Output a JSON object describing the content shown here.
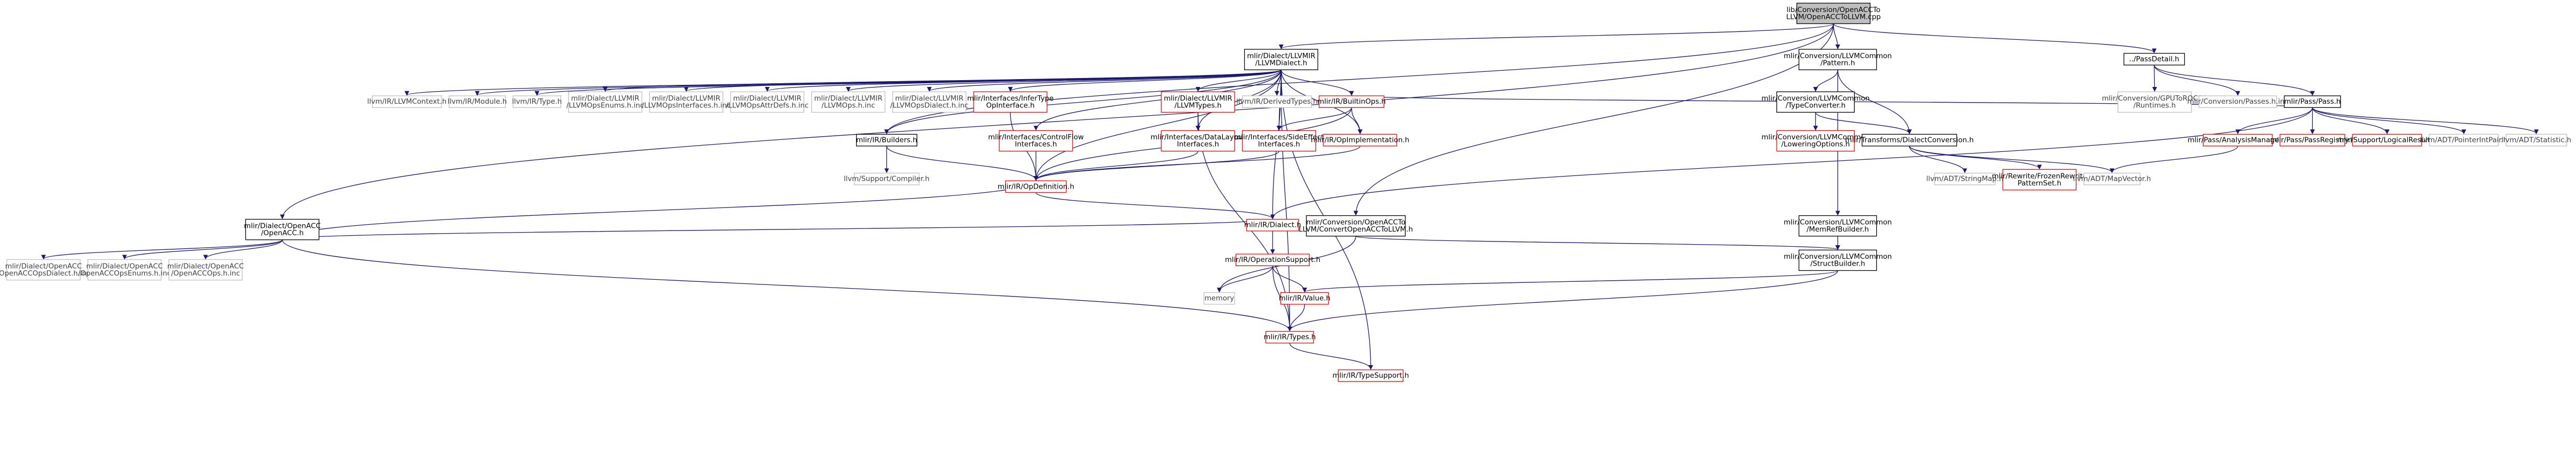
{
  "colors": {
    "edge": "#191970",
    "node_border_black": "#000000",
    "node_border_red": "#ff0000",
    "node_border_grey": "#bfbfbf",
    "root_fill": "#bfbfbf",
    "text_dark": "#000000",
    "text_grey": "#404040"
  },
  "nodes": [
    {
      "id": "root",
      "lines": [
        "lib/Conversion/OpenACCTo",
        "LLVM/OpenACCToLLVM.cpp"
      ],
      "style": "root"
    },
    {
      "id": "llvmdialect",
      "lines": [
        "mlir/Dialect/LLVMIR",
        "/LLVMDialect.h"
      ],
      "style": "black"
    },
    {
      "id": "llvmcommon_pattern",
      "lines": [
        "mlir/Conversion/LLVMCommon",
        "/Pattern.h"
      ],
      "style": "black"
    },
    {
      "id": "passdetail",
      "lines": [
        "../PassDetail.h"
      ],
      "style": "black"
    },
    {
      "id": "openacc",
      "lines": [
        "mlir/Dialect/OpenACC",
        "/OpenACC.h"
      ],
      "style": "black"
    },
    {
      "id": "llvmcontext",
      "lines": [
        "llvm/IR/LLVMContext.h"
      ],
      "style": "grey"
    },
    {
      "id": "llvmmodule",
      "lines": [
        "llvm/IR/Module.h"
      ],
      "style": "grey"
    },
    {
      "id": "llvmtype",
      "lines": [
        "llvm/IR/Type.h"
      ],
      "style": "grey"
    },
    {
      "id": "llvmopsenums",
      "lines": [
        "mlir/Dialect/LLVMIR",
        "/LLVMOpsEnums.h.inc"
      ],
      "style": "grey"
    },
    {
      "id": "llvmopsinterfaces",
      "lines": [
        "mlir/Dialect/LLVMIR",
        "/LLVMOpsInterfaces.h.inc"
      ],
      "style": "grey"
    },
    {
      "id": "llvmopsattrdefs",
      "lines": [
        "mlir/Dialect/LLVMIR",
        "/LLVMOpsAttrDefs.h.inc"
      ],
      "style": "grey"
    },
    {
      "id": "llvmops",
      "lines": [
        "mlir/Dialect/LLVMIR",
        "/LLVMOps.h.inc"
      ],
      "style": "grey"
    },
    {
      "id": "llvmopsdialect",
      "lines": [
        "mlir/Dialect/LLVMIR",
        "/LLVMOpsDialect.h.inc"
      ],
      "style": "grey"
    },
    {
      "id": "infertype",
      "lines": [
        "mlir/Interfaces/InferType",
        "OpInterface.h"
      ],
      "style": "red"
    },
    {
      "id": "llvmtypes",
      "lines": [
        "mlir/Dialect/LLVMIR",
        "/LLVMTypes.h"
      ],
      "style": "red"
    },
    {
      "id": "derivedtypes",
      "lines": [
        "llvm/IR/DerivedTypes.h"
      ],
      "style": "grey"
    },
    {
      "id": "builtinops",
      "lines": [
        "mlir/IR/BuiltinOps.h"
      ],
      "style": "red"
    },
    {
      "id": "typeconverter",
      "lines": [
        "mlir/Conversion/LLVMCommon",
        "/TypeConverter.h"
      ],
      "style": "black"
    },
    {
      "id": "gputorocdl",
      "lines": [
        "mlir/Conversion/GPUToROCDL",
        "/Runtimes.h"
      ],
      "style": "grey"
    },
    {
      "id": "passesinc",
      "lines": [
        "mlir/Conversion/Passes.h.inc"
      ],
      "style": "grey"
    },
    {
      "id": "pass",
      "lines": [
        "mlir/Pass/Pass.h"
      ],
      "style": "black"
    },
    {
      "id": "oaccdialectinc",
      "lines": [
        "mlir/Dialect/OpenACC",
        "/OpenACCOpsDialect.h.inc"
      ],
      "style": "grey"
    },
    {
      "id": "oaccenumsinc",
      "lines": [
        "mlir/Dialect/OpenACC",
        "/OpenACCOpsEnums.h.inc"
      ],
      "style": "grey"
    },
    {
      "id": "oaccopsinc",
      "lines": [
        "mlir/Dialect/OpenACC",
        "/OpenACCOps.h.inc"
      ],
      "style": "grey"
    },
    {
      "id": "builders",
      "lines": [
        "mlir/IR/Builders.h"
      ],
      "style": "black"
    },
    {
      "id": "controlflow",
      "lines": [
        "mlir/Interfaces/ControlFlow",
        "Interfaces.h"
      ],
      "style": "red"
    },
    {
      "id": "datalayout",
      "lines": [
        "mlir/Interfaces/DataLayout",
        "Interfaces.h"
      ],
      "style": "red"
    },
    {
      "id": "sideeffect",
      "lines": [
        "mlir/Interfaces/SideEffect",
        "Interfaces.h"
      ],
      "style": "red"
    },
    {
      "id": "opimpl",
      "lines": [
        "mlir/IR/OpImplementation.h"
      ],
      "style": "red"
    },
    {
      "id": "loweringoptions",
      "lines": [
        "mlir/Conversion/LLVMCommon",
        "/LoweringOptions.h"
      ],
      "style": "red"
    },
    {
      "id": "dialectconversion",
      "lines": [
        "mlir/Transforms/DialectConversion.h"
      ],
      "style": "black"
    },
    {
      "id": "analysismanager",
      "lines": [
        "mlir/Pass/AnalysisManager.h"
      ],
      "style": "red"
    },
    {
      "id": "passregistry",
      "lines": [
        "mlir/Pass/PassRegistry.h"
      ],
      "style": "red"
    },
    {
      "id": "logicalresult",
      "lines": [
        "mlir/Support/LogicalResult.h"
      ],
      "style": "red"
    },
    {
      "id": "pointerintpair",
      "lines": [
        "llvm/ADT/PointerIntPair.h"
      ],
      "style": "grey"
    },
    {
      "id": "statistic",
      "lines": [
        "llvm/ADT/Statistic.h"
      ],
      "style": "grey"
    },
    {
      "id": "compiler",
      "lines": [
        "llvm/Support/Compiler.h"
      ],
      "style": "grey"
    },
    {
      "id": "stringmap",
      "lines": [
        "llvm/ADT/StringMap.h"
      ],
      "style": "grey"
    },
    {
      "id": "frozenpattern",
      "lines": [
        "mlir/Rewrite/FrozenRewrite",
        "PatternSet.h"
      ],
      "style": "red"
    },
    {
      "id": "mapvector",
      "lines": [
        "llvm/ADT/MapVector.h"
      ],
      "style": "grey"
    },
    {
      "id": "opdefinition",
      "lines": [
        "mlir/IR/OpDefinition.h"
      ],
      "style": "red"
    },
    {
      "id": "dialect",
      "lines": [
        "mlir/IR/Dialect.h"
      ],
      "style": "red"
    },
    {
      "id": "convertopenacc",
      "lines": [
        "mlir/Conversion/OpenACCTo",
        "LLVM/ConvertOpenACCToLLVM.h"
      ],
      "style": "black"
    },
    {
      "id": "memrefbuilder",
      "lines": [
        "mlir/Conversion/LLVMCommon",
        "/MemRefBuilder.h"
      ],
      "style": "black"
    },
    {
      "id": "opsupport",
      "lines": [
        "mlir/IR/OperationSupport.h"
      ],
      "style": "red"
    },
    {
      "id": "structbuilder",
      "lines": [
        "mlir/Conversion/LLVMCommon",
        "/StructBuilder.h"
      ],
      "style": "black"
    },
    {
      "id": "memory",
      "lines": [
        "memory"
      ],
      "style": "grey"
    },
    {
      "id": "value",
      "lines": [
        "mlir/IR/Value.h"
      ],
      "style": "red"
    },
    {
      "id": "types",
      "lines": [
        "mlir/IR/Types.h"
      ],
      "style": "red"
    },
    {
      "id": "typesupport",
      "lines": [
        "mlir/IR/TypeSupport.h"
      ],
      "style": "red"
    }
  ]
}
